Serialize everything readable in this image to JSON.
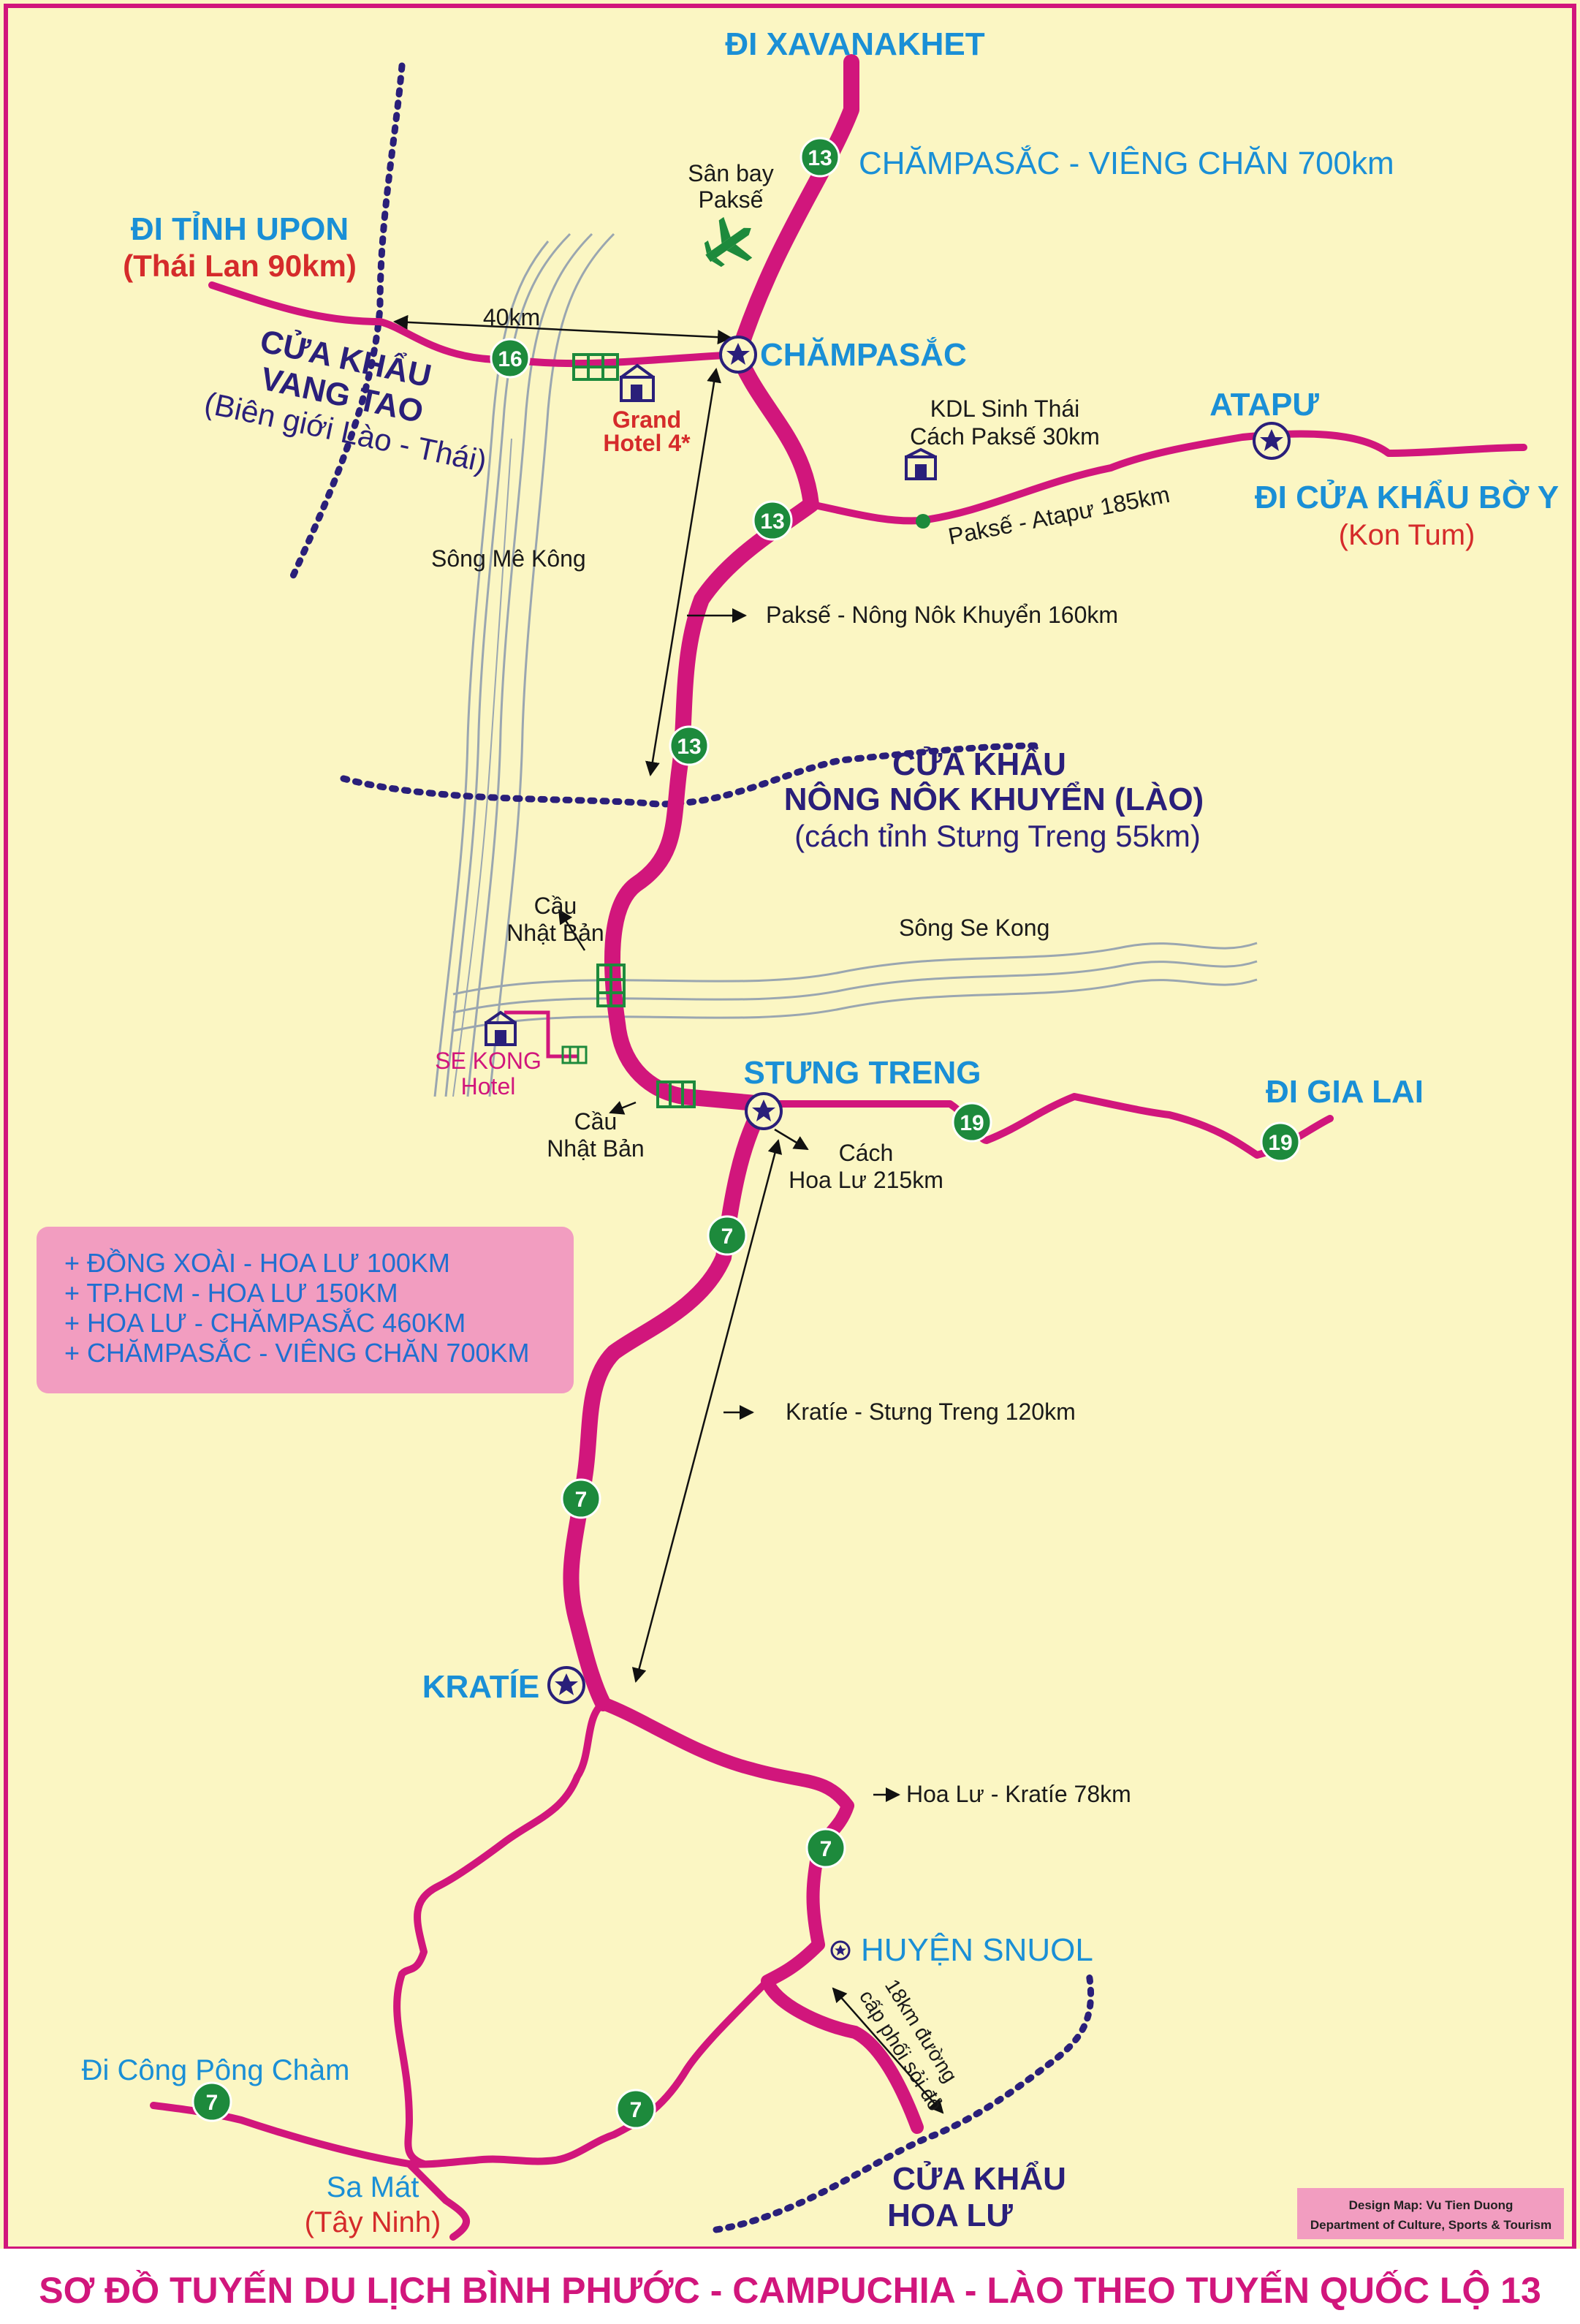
{
  "map": {
    "footer_title": "SƠ ĐỒ TUYẾN DU LỊCH BÌNH PHƯỚC - CAMPUCHIA - LÀO THEO TUYẾN QUỐC LỘ 13",
    "credit": {
      "line1": "Design Map: Vu Tien Duong",
      "line2": "Department of Culture, Sports & Tourism"
    },
    "colors": {
      "background": "#fbf6c3",
      "road": "#d1167c",
      "border_line": "#2a1f7a",
      "shield": "#1d8a3c",
      "city_blue": "#1a8fd6",
      "red_note": "#d52b2b",
      "river": "#9aa6b0",
      "info_box": "#f29dc0"
    },
    "places": {
      "xavanakhet": "ĐI XAVANAKHET",
      "champasac_vientiane": "CHĂMPASẮC - VIÊNG CHĂN 700km",
      "airport_line1": "Sân bay",
      "airport_line2": "Paksế",
      "upon_line1": "ĐI TỈNH UPON",
      "upon_line2": "(Thái Lan 90km)",
      "distance_40": "40km",
      "champasac": "CHĂMPASẮC",
      "vangtao_line1": "CỬA KHẨU",
      "vangtao_line2": "VANG TAO",
      "vangtao_line3": "(Biên giới Lào - Thái)",
      "grand_hotel_line1": "Grand",
      "grand_hotel_line2": "Hotel 4*",
      "eco_line1": "KDL Sinh Thái",
      "eco_line2": "Cách Paksế 30km",
      "atapu": "ATAPƯ",
      "boy_line1": "ĐI CỬA KHẨU BỜ Y",
      "boy_line2": "(Kon Tum)",
      "pakse_atapu": "Paksế - Atapư 185km",
      "mekong": "Sông Mê Kông",
      "pakse_nongnok": "Paksế - Nông Nôk Khuyển 160km",
      "nongnok_line1": "CỬA KHẨU",
      "nongnok_line2": "NÔNG NÔK KHUYỂN (LÀO)",
      "nongnok_line3": "(cách tỉnh Stưng Treng 55km)",
      "bridge1_line1": "Cầu",
      "bridge1_line2": "Nhật Bản",
      "sekong_river": "Sông Se Kong",
      "sekong_hotel_line1": "SE KONG",
      "sekong_hotel_line2": "Hotel",
      "stungtreng": "STƯNG TRENG",
      "gialai": "ĐI GIA LAI",
      "bridge2_line1": "Cầu",
      "bridge2_line2": "Nhật Bản",
      "hoalu215_line1": "Cách",
      "hoalu215_line2": "Hoa Lư 215km",
      "kratie_stungtreng": "Kratíe - Stưng Treng 120km",
      "kratie": "KRATÍE",
      "hoalu_kratie": "Hoa Lư - Kratíe 78km",
      "snuol": "HUYỆN SNUOL",
      "gravel_line1": "18km đường",
      "gravel_line2": "cấp phối sỏi đỏ",
      "congpongcham": "Đi Công Pông Chàm",
      "samat_line1": "Sa Mát",
      "samat_line2": "(Tây Ninh)",
      "hoalu_line1": "CỬA KHẨU",
      "hoalu_line2": "HOA LƯ"
    },
    "shields": {
      "r13": "13",
      "r16": "16",
      "r19": "19",
      "r7": "7"
    },
    "info_box": {
      "line1": "+ ĐỒNG XOÀI - HOA LƯ 100KM",
      "line2": "+ TP.HCM - HOA LƯ 150KM",
      "line3": "+ HOA LƯ - CHĂMPASẮC 460KM",
      "line4": "+ CHĂMPASẮC - VIÊNG CHĂN 700KM"
    },
    "icons": {
      "airport": "airplane-icon",
      "hotel": "hotel-icon",
      "city": "star-circle-icon",
      "bridge": "bridge-icon",
      "snuol": "small-star-icon"
    }
  }
}
